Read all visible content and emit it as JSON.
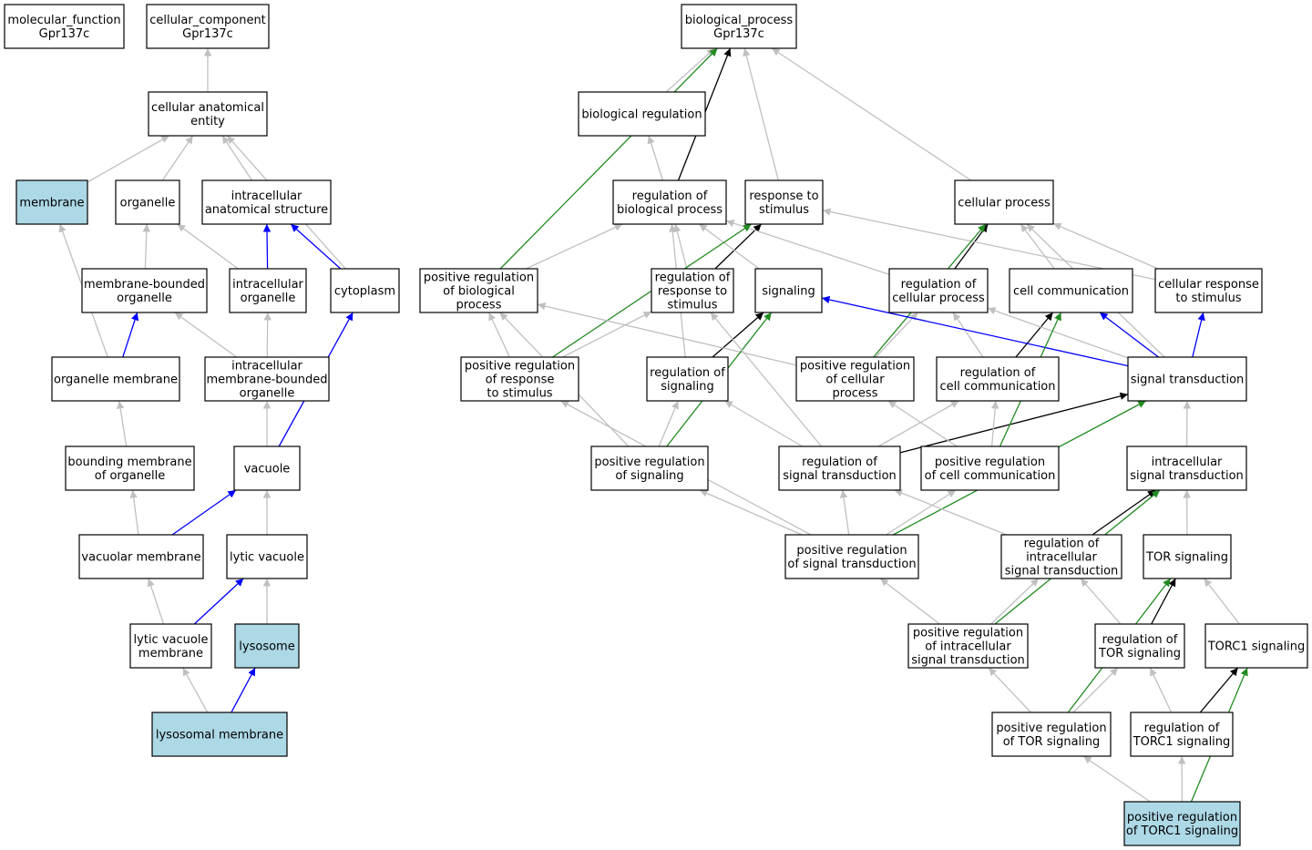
{
  "colors": {
    "default_fill": "#ffffff",
    "highlight_fill": "#add8e6",
    "is_a": "#c0c0c0",
    "part_of": "#0000ff",
    "regulates": "#000000",
    "positively_regulates": "#228b22"
  },
  "nodes": [
    {
      "id": "mf",
      "lines": [
        "molecular_function",
        "Gpr137c"
      ]
    },
    {
      "id": "cc",
      "lines": [
        "cellular_component",
        "Gpr137c"
      ]
    },
    {
      "id": "bp",
      "lines": [
        "biological_process",
        "Gpr137c"
      ]
    },
    {
      "id": "cae",
      "lines": [
        "cellular anatomical",
        "entity"
      ]
    },
    {
      "id": "breg",
      "lines": [
        "biological regulation"
      ]
    },
    {
      "id": "membrane",
      "lines": [
        "membrane"
      ],
      "highlight": true
    },
    {
      "id": "organelle",
      "lines": [
        "organelle"
      ]
    },
    {
      "id": "ias",
      "lines": [
        "intracellular",
        "anatomical structure"
      ]
    },
    {
      "id": "robp",
      "lines": [
        "regulation of",
        "biological process"
      ]
    },
    {
      "id": "rts",
      "lines": [
        "response to",
        "stimulus"
      ]
    },
    {
      "id": "cp",
      "lines": [
        "cellular process"
      ]
    },
    {
      "id": "mbo",
      "lines": [
        "membrane-bounded",
        "organelle"
      ]
    },
    {
      "id": "io",
      "lines": [
        "intracellular",
        "organelle"
      ]
    },
    {
      "id": "cyto",
      "lines": [
        "cytoplasm"
      ]
    },
    {
      "id": "prbp",
      "lines": [
        "positive regulation",
        "of biological",
        "process"
      ]
    },
    {
      "id": "rrts",
      "lines": [
        "regulation of",
        "response to",
        "stimulus"
      ]
    },
    {
      "id": "sig",
      "lines": [
        "signaling"
      ]
    },
    {
      "id": "rcp",
      "lines": [
        "regulation of",
        "cellular process"
      ]
    },
    {
      "id": "cc2",
      "lines": [
        "cell communication"
      ]
    },
    {
      "id": "crs",
      "lines": [
        "cellular response",
        "to stimulus"
      ]
    },
    {
      "id": "om",
      "lines": [
        "organelle membrane"
      ]
    },
    {
      "id": "imbo",
      "lines": [
        "intracellular",
        "membrane-bounded",
        "organelle"
      ]
    },
    {
      "id": "prrs",
      "lines": [
        "positive regulation",
        "of response",
        "to stimulus"
      ]
    },
    {
      "id": "rsig",
      "lines": [
        "regulation of",
        "signaling"
      ]
    },
    {
      "id": "prcp",
      "lines": [
        "positive regulation",
        "of cellular",
        "process"
      ]
    },
    {
      "id": "rcc",
      "lines": [
        "regulation of",
        "cell communication"
      ]
    },
    {
      "id": "st",
      "lines": [
        "signal transduction"
      ]
    },
    {
      "id": "bmo",
      "lines": [
        "bounding membrane",
        "of organelle"
      ]
    },
    {
      "id": "vac",
      "lines": [
        "vacuole"
      ]
    },
    {
      "id": "prs",
      "lines": [
        "positive regulation",
        "of signaling"
      ]
    },
    {
      "id": "rst",
      "lines": [
        "regulation of",
        "signal transduction"
      ]
    },
    {
      "id": "prcc",
      "lines": [
        "positive regulation",
        "of cell communication"
      ]
    },
    {
      "id": "ist",
      "lines": [
        "intracellular",
        "signal transduction"
      ]
    },
    {
      "id": "vm",
      "lines": [
        "vacuolar membrane"
      ]
    },
    {
      "id": "lv",
      "lines": [
        "lytic vacuole"
      ]
    },
    {
      "id": "prst",
      "lines": [
        "positive regulation",
        "of signal transduction"
      ]
    },
    {
      "id": "rist",
      "lines": [
        "regulation of",
        "intracellular",
        "signal transduction"
      ]
    },
    {
      "id": "tor",
      "lines": [
        "TOR signaling"
      ]
    },
    {
      "id": "lvm",
      "lines": [
        "lytic vacuole",
        "membrane"
      ]
    },
    {
      "id": "lys",
      "lines": [
        "lysosome"
      ],
      "highlight": true
    },
    {
      "id": "prist",
      "lines": [
        "positive regulation",
        "of intracellular",
        "signal transduction"
      ]
    },
    {
      "id": "rtor",
      "lines": [
        "regulation of",
        "TOR signaling"
      ]
    },
    {
      "id": "torc1",
      "lines": [
        "TORC1 signaling"
      ]
    },
    {
      "id": "lysm",
      "lines": [
        "lysosomal membrane"
      ],
      "highlight": true
    },
    {
      "id": "prtor",
      "lines": [
        "positive regulation",
        "of TOR signaling"
      ]
    },
    {
      "id": "rtorc1",
      "lines": [
        "regulation of",
        "TORC1 signaling"
      ]
    },
    {
      "id": "prtorc1",
      "lines": [
        "positive regulation",
        "of TORC1 signaling"
      ],
      "highlight": true
    }
  ],
  "edges": [
    {
      "from": "cae",
      "to": "cc",
      "type": "is_a"
    },
    {
      "from": "membrane",
      "to": "cae",
      "type": "is_a"
    },
    {
      "from": "organelle",
      "to": "cae",
      "type": "is_a"
    },
    {
      "from": "ias",
      "to": "cae",
      "type": "is_a"
    },
    {
      "from": "cyto",
      "to": "cae",
      "type": "is_a"
    },
    {
      "from": "mbo",
      "to": "organelle",
      "type": "is_a"
    },
    {
      "from": "io",
      "to": "organelle",
      "type": "is_a"
    },
    {
      "from": "io",
      "to": "ias",
      "type": "part_of"
    },
    {
      "from": "cyto",
      "to": "ias",
      "type": "part_of"
    },
    {
      "from": "om",
      "to": "membrane",
      "type": "is_a"
    },
    {
      "from": "om",
      "to": "mbo",
      "type": "part_of"
    },
    {
      "from": "imbo",
      "to": "mbo",
      "type": "is_a"
    },
    {
      "from": "imbo",
      "to": "io",
      "type": "is_a"
    },
    {
      "from": "bmo",
      "to": "om",
      "type": "is_a"
    },
    {
      "from": "vac",
      "to": "imbo",
      "type": "is_a"
    },
    {
      "from": "vac",
      "to": "cyto",
      "type": "part_of"
    },
    {
      "from": "vm",
      "to": "bmo",
      "type": "is_a"
    },
    {
      "from": "vm",
      "to": "vac",
      "type": "part_of"
    },
    {
      "from": "lv",
      "to": "vac",
      "type": "is_a"
    },
    {
      "from": "lvm",
      "to": "vm",
      "type": "is_a"
    },
    {
      "from": "lvm",
      "to": "lv",
      "type": "part_of"
    },
    {
      "from": "lys",
      "to": "lv",
      "type": "is_a"
    },
    {
      "from": "lysm",
      "to": "lvm",
      "type": "is_a"
    },
    {
      "from": "lysm",
      "to": "lys",
      "type": "part_of"
    },
    {
      "from": "breg",
      "to": "bp",
      "type": "is_a"
    },
    {
      "from": "robp",
      "to": "breg",
      "type": "is_a"
    },
    {
      "from": "robp",
      "to": "bp",
      "type": "regulates"
    },
    {
      "from": "rts",
      "to": "bp",
      "type": "is_a"
    },
    {
      "from": "cp",
      "to": "bp",
      "type": "is_a"
    },
    {
      "from": "prbp",
      "to": "bp",
      "type": "positively_regulates"
    },
    {
      "from": "prbp",
      "to": "robp",
      "type": "is_a"
    },
    {
      "from": "rrts",
      "to": "robp",
      "type": "is_a"
    },
    {
      "from": "rrts",
      "to": "rts",
      "type": "regulates"
    },
    {
      "from": "sig",
      "to": "robp",
      "type": "is_a"
    },
    {
      "from": "rcp",
      "to": "cp",
      "type": "regulates"
    },
    {
      "from": "rcp",
      "to": "robp",
      "type": "is_a"
    },
    {
      "from": "cc2",
      "to": "cp",
      "type": "is_a"
    },
    {
      "from": "crs",
      "to": "rts",
      "type": "is_a"
    },
    {
      "from": "crs",
      "to": "cp",
      "type": "is_a"
    },
    {
      "from": "prrs",
      "to": "prbp",
      "type": "is_a"
    },
    {
      "from": "prrs",
      "to": "rrts",
      "type": "is_a"
    },
    {
      "from": "prrs",
      "to": "rts",
      "type": "positively_regulates"
    },
    {
      "from": "rsig",
      "to": "robp",
      "type": "is_a"
    },
    {
      "from": "rsig",
      "to": "sig",
      "type": "regulates"
    },
    {
      "from": "prcp",
      "to": "prbp",
      "type": "is_a"
    },
    {
      "from": "prcp",
      "to": "rcp",
      "type": "is_a"
    },
    {
      "from": "prcp",
      "to": "cp",
      "type": "positively_regulates"
    },
    {
      "from": "rcc",
      "to": "rcp",
      "type": "is_a"
    },
    {
      "from": "rcc",
      "to": "cc2",
      "type": "regulates"
    },
    {
      "from": "st",
      "to": "sig",
      "type": "part_of"
    },
    {
      "from": "st",
      "to": "cc2",
      "type": "part_of"
    },
    {
      "from": "st",
      "to": "crs",
      "type": "part_of"
    },
    {
      "from": "st",
      "to": "rcp",
      "type": "is_a"
    },
    {
      "from": "st",
      "to": "cp",
      "type": "is_a"
    },
    {
      "from": "prs",
      "to": "prbp",
      "type": "is_a"
    },
    {
      "from": "prs",
      "to": "rsig",
      "type": "is_a"
    },
    {
      "from": "prs",
      "to": "sig",
      "type": "positively_regulates"
    },
    {
      "from": "rst",
      "to": "rsig",
      "type": "is_a"
    },
    {
      "from": "rst",
      "to": "rcc",
      "type": "is_a"
    },
    {
      "from": "rst",
      "to": "st",
      "type": "regulates"
    },
    {
      "from": "rst",
      "to": "rrts",
      "type": "is_a"
    },
    {
      "from": "prcc",
      "to": "rcc",
      "type": "is_a"
    },
    {
      "from": "prcc",
      "to": "prcp",
      "type": "is_a"
    },
    {
      "from": "prcc",
      "to": "cc2",
      "type": "positively_regulates"
    },
    {
      "from": "ist",
      "to": "st",
      "type": "is_a"
    },
    {
      "from": "prst",
      "to": "prs",
      "type": "is_a"
    },
    {
      "from": "prst",
      "to": "rst",
      "type": "is_a"
    },
    {
      "from": "prst",
      "to": "prcc",
      "type": "is_a"
    },
    {
      "from": "prst",
      "to": "prrs",
      "type": "is_a"
    },
    {
      "from": "prst",
      "to": "st",
      "type": "positively_regulates"
    },
    {
      "from": "rist",
      "to": "rst",
      "type": "is_a"
    },
    {
      "from": "rist",
      "to": "ist",
      "type": "regulates"
    },
    {
      "from": "tor",
      "to": "ist",
      "type": "is_a"
    },
    {
      "from": "prist",
      "to": "prst",
      "type": "is_a"
    },
    {
      "from": "prist",
      "to": "rist",
      "type": "is_a"
    },
    {
      "from": "prist",
      "to": "ist",
      "type": "positively_regulates"
    },
    {
      "from": "rtor",
      "to": "rist",
      "type": "is_a"
    },
    {
      "from": "rtor",
      "to": "tor",
      "type": "regulates"
    },
    {
      "from": "torc1",
      "to": "tor",
      "type": "is_a"
    },
    {
      "from": "prtor",
      "to": "prist",
      "type": "is_a"
    },
    {
      "from": "prtor",
      "to": "rtor",
      "type": "is_a"
    },
    {
      "from": "prtor",
      "to": "tor",
      "type": "positively_regulates"
    },
    {
      "from": "rtorc1",
      "to": "rtor",
      "type": "is_a"
    },
    {
      "from": "rtorc1",
      "to": "torc1",
      "type": "regulates"
    },
    {
      "from": "prtorc1",
      "to": "prtor",
      "type": "is_a"
    },
    {
      "from": "prtorc1",
      "to": "rtorc1",
      "type": "is_a"
    },
    {
      "from": "prtorc1",
      "to": "torc1",
      "type": "positively_regulates"
    }
  ]
}
